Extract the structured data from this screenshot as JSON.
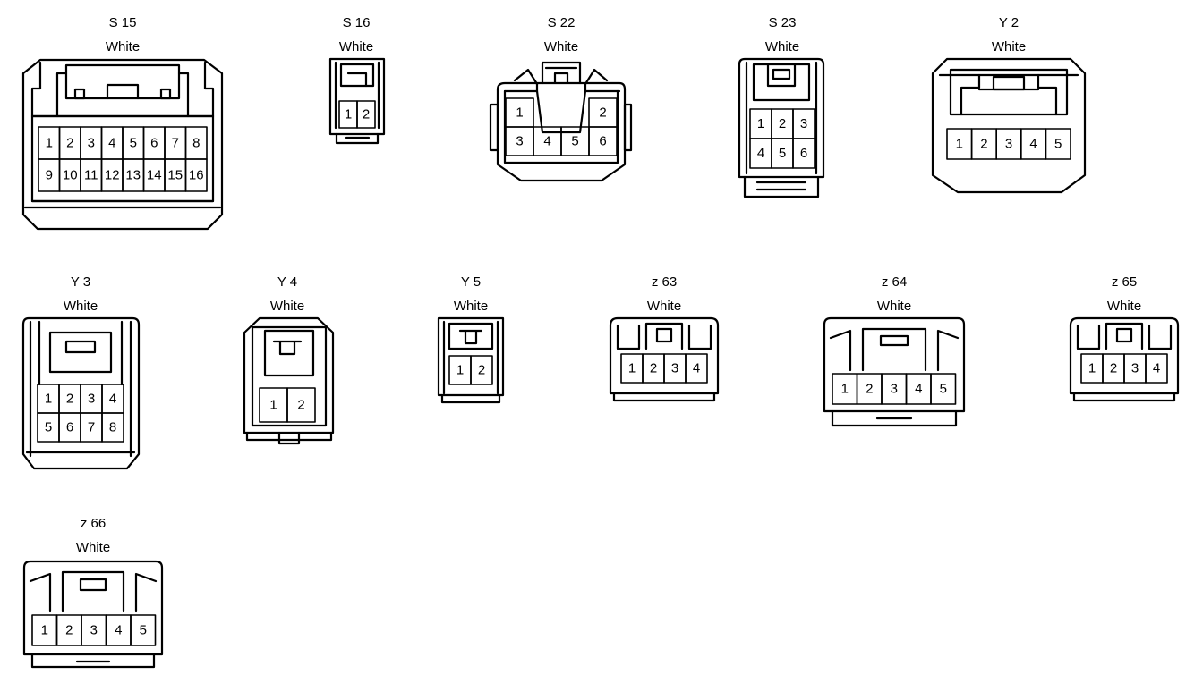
{
  "connectors": [
    {
      "id": "S 15",
      "color": "White",
      "pins": [
        [
          "1",
          "2",
          "3",
          "4",
          "5",
          "6",
          "7",
          "8"
        ],
        [
          "9",
          "10",
          "11",
          "12",
          "13",
          "14",
          "15",
          "16"
        ]
      ]
    },
    {
      "id": "S 16",
      "color": "White",
      "pins": [
        [
          "1",
          "2"
        ]
      ]
    },
    {
      "id": "S 22",
      "color": "White",
      "pins": [
        [
          "1",
          "2"
        ],
        [
          "3",
          "4",
          "5",
          "6"
        ]
      ]
    },
    {
      "id": "S 23",
      "color": "White",
      "pins": [
        [
          "1",
          "2",
          "3"
        ],
        [
          "4",
          "5",
          "6"
        ]
      ]
    },
    {
      "id": "Y 2",
      "color": "White",
      "pins": [
        [
          "1",
          "2",
          "3",
          "4",
          "5"
        ]
      ]
    },
    {
      "id": "Y 3",
      "color": "White",
      "pins": [
        [
          "1",
          "2",
          "3",
          "4"
        ],
        [
          "5",
          "6",
          "7",
          "8"
        ]
      ]
    },
    {
      "id": "Y 4",
      "color": "White",
      "pins": [
        [
          "1",
          "2"
        ]
      ]
    },
    {
      "id": "Y 5",
      "color": "White",
      "pins": [
        [
          "1",
          "2"
        ]
      ]
    },
    {
      "id": "z 63",
      "color": "White",
      "pins": [
        [
          "1",
          "2",
          "3",
          "4"
        ]
      ]
    },
    {
      "id": "z 64",
      "color": "White",
      "pins": [
        [
          "1",
          "2",
          "3",
          "4",
          "5"
        ]
      ]
    },
    {
      "id": "z 65",
      "color": "White",
      "pins": [
        [
          "1",
          "2",
          "3",
          "4"
        ]
      ]
    },
    {
      "id": "z 66",
      "color": "White",
      "pins": [
        [
          "1",
          "2",
          "3",
          "4",
          "5"
        ]
      ]
    }
  ]
}
